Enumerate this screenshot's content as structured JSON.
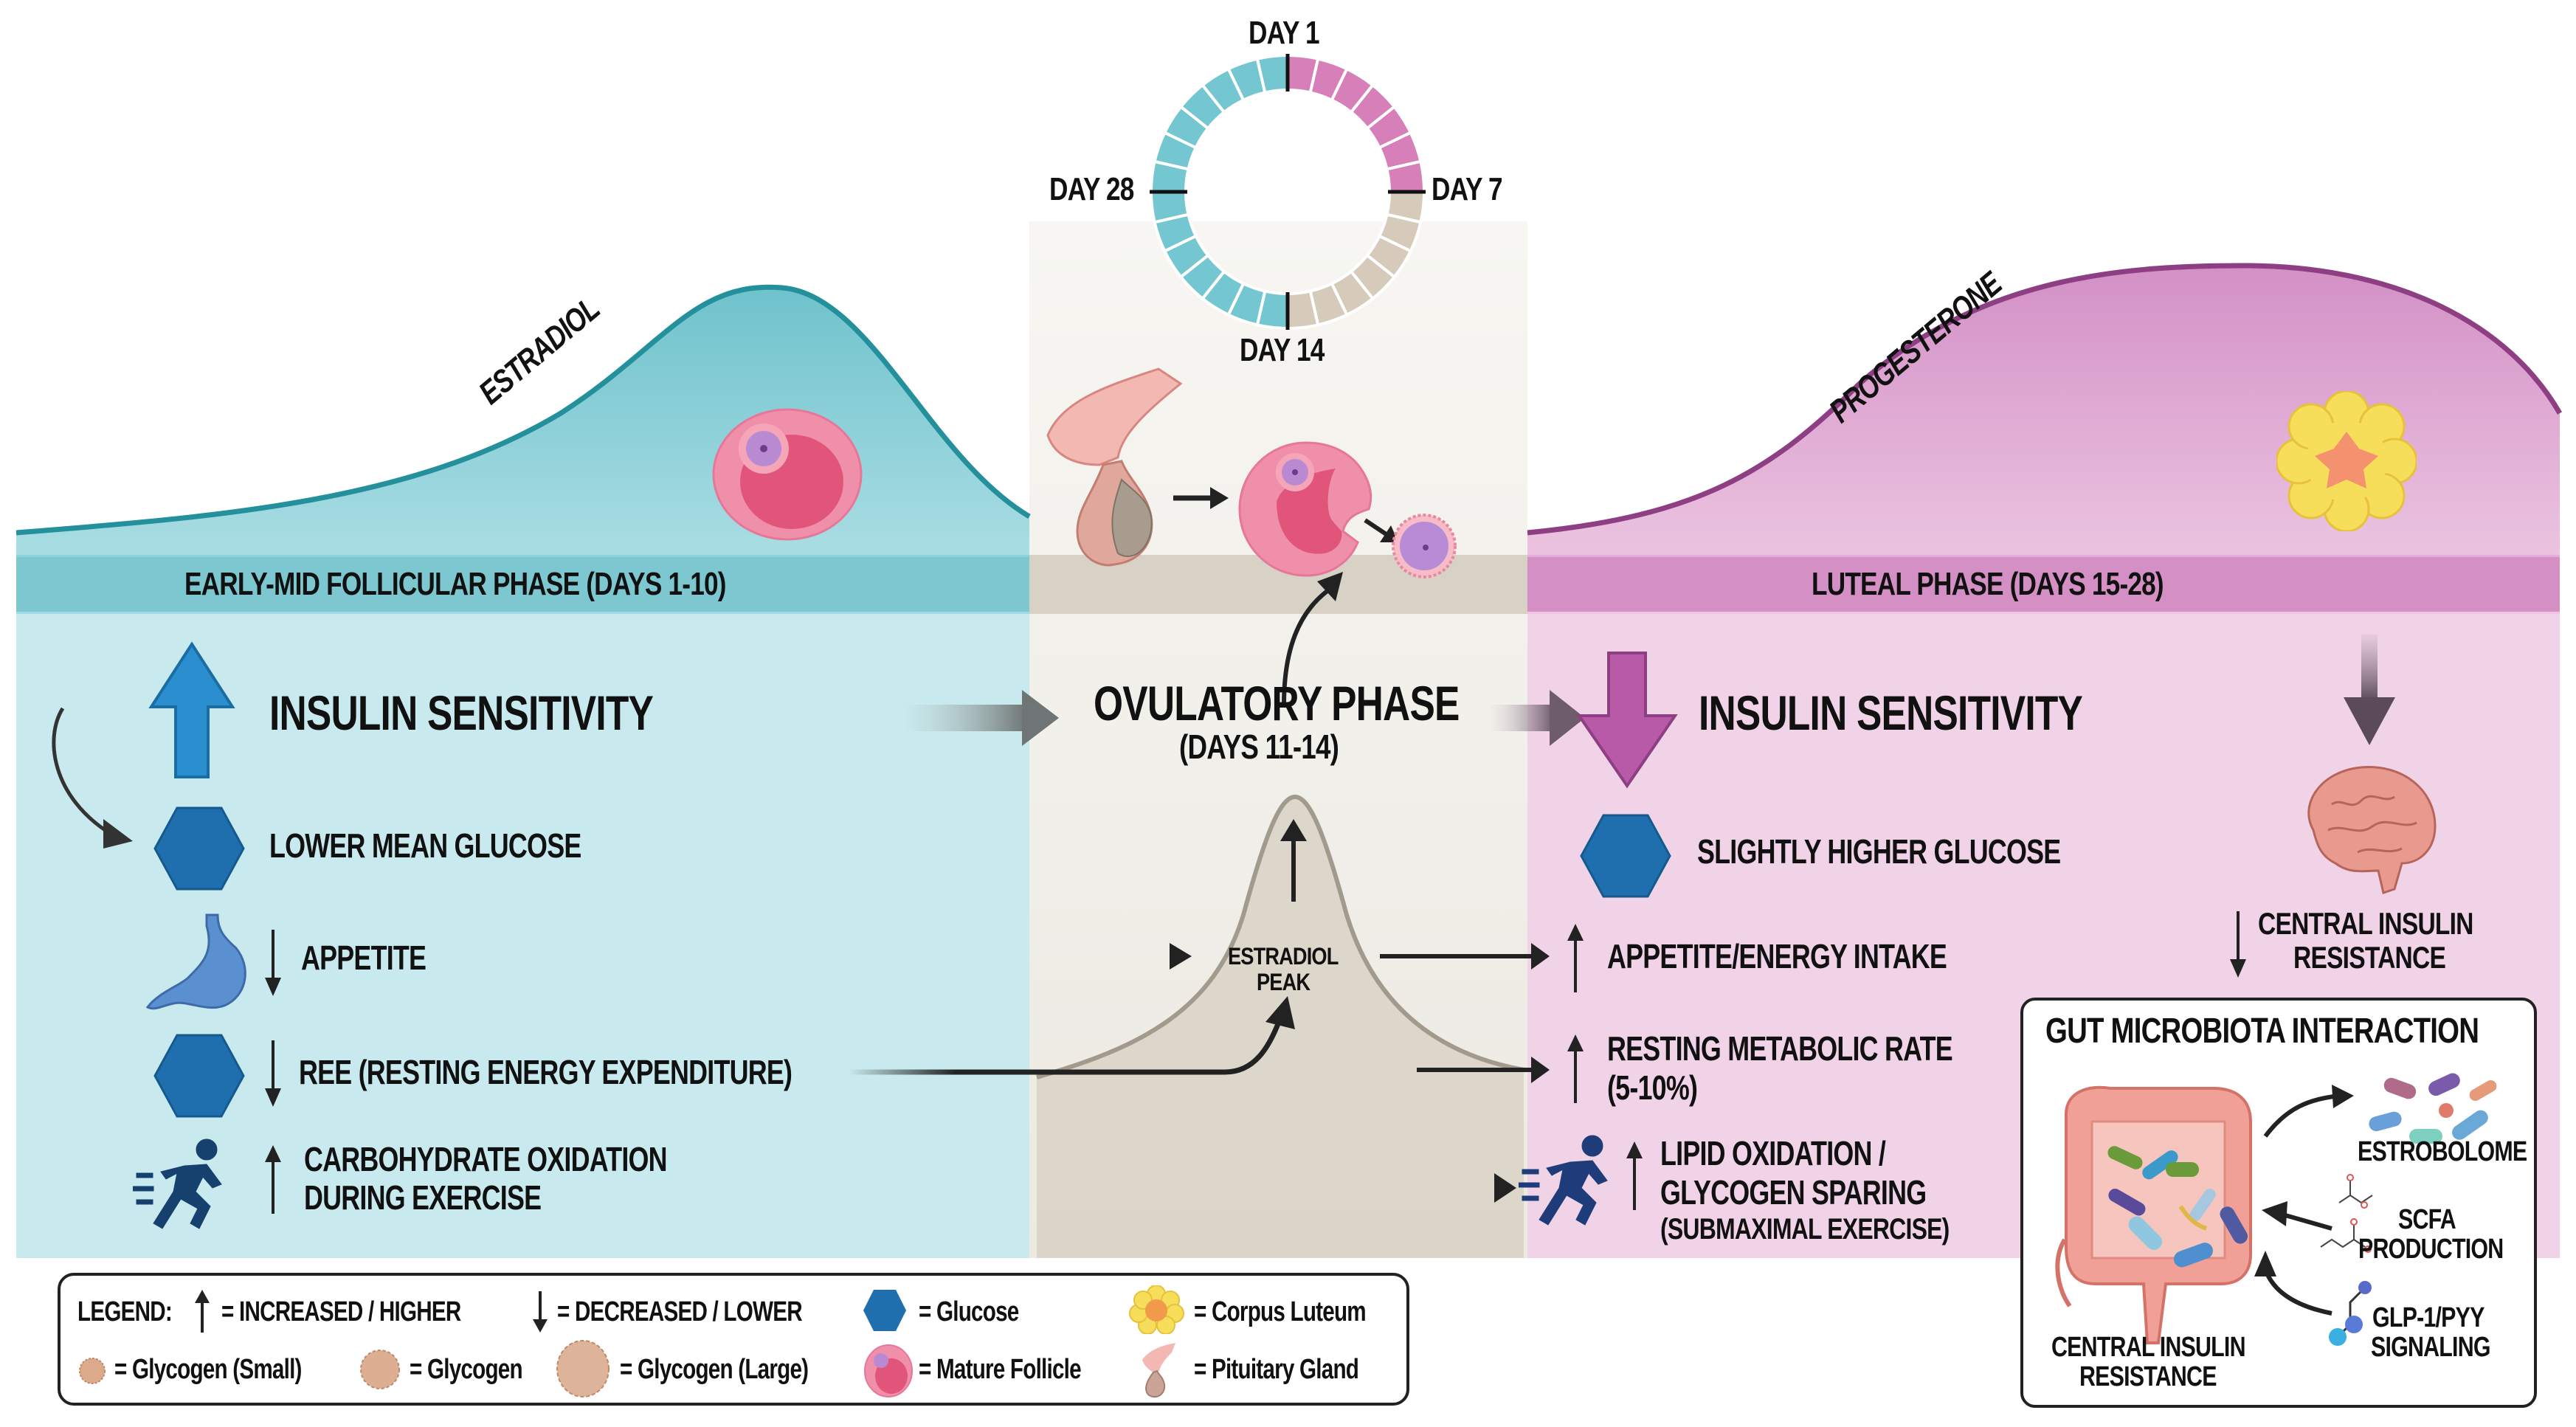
{
  "cycle_wheel": {
    "labels": {
      "top": "DAY 1",
      "right": "DAY 7",
      "bottom": "DAY 14",
      "left": "DAY 28"
    },
    "segments_total": 28,
    "segment_groups": [
      {
        "days": "1-7",
        "color": "#d67fb8"
      },
      {
        "days": "7-14",
        "color": "#d6cbbb"
      },
      {
        "days": "14-28",
        "color": "#74c6d0"
      }
    ]
  },
  "hormones": {
    "estradiol_label": "ESTRADIOL",
    "progesterone_label": "PROGESTERONE",
    "estradiol_peak_label_1": "ESTRADIOL",
    "estradiol_peak_label_2": "PEAK"
  },
  "phases": {
    "follicular": {
      "band_label": "EARLY-MID FOLLICULAR PHASE (DAYS 1-10)",
      "color": "#7cc7d0",
      "headline": "INSULIN SENSITIVITY",
      "headline_direction": "up",
      "items": [
        {
          "icon": "glucose-hexagon-icon",
          "direction": "",
          "text": "LOWER MEAN GLUCOSE"
        },
        {
          "icon": "stomach-icon",
          "direction": "down",
          "text": "APPETITE"
        },
        {
          "icon": "glucose-hexagon-icon",
          "direction": "down",
          "text": "REE (RESTING ENERGY EXPENDITURE)"
        },
        {
          "icon": "runner-icon",
          "direction": "up",
          "text_line1": "CARBOHYDRATE OXIDATION",
          "text_line2": "DURING EXERCISE"
        }
      ]
    },
    "ovulatory": {
      "title": "OVULATORY PHASE",
      "subtitle": "(DAYS 11-14)",
      "color": "#d8d2c6"
    },
    "luteal": {
      "band_label": "LUTEAL PHASE (DAYS 15-28)",
      "color": "#d48fc4",
      "headline": "INSULIN SENSITIVITY",
      "headline_direction": "down",
      "items": [
        {
          "icon": "glucose-hexagon-icon",
          "direction": "",
          "text": "SLIGHTLY HIGHER GLUCOSE"
        },
        {
          "icon": "",
          "direction": "up",
          "text": "APPETITE/ENERGY INTAKE"
        },
        {
          "icon": "",
          "direction": "up",
          "text_line1": "RESTING METABOLIC RATE",
          "text_line2": "(5-10%)"
        },
        {
          "icon": "runner-icon",
          "direction": "up",
          "text_line1": "LIPID OXIDATION /",
          "text_line2": "GLYCOGEN SPARING",
          "text_line3": "(SUBMAXIMAL EXERCISE)"
        }
      ],
      "brain": {
        "direction": "down",
        "text_line1": "CENTRAL INSULIN",
        "text_line2": "RESISTANCE"
      }
    }
  },
  "gut_box": {
    "title": "GUT MICROBIOTA INTERACTION",
    "estrobolome": "ESTROBOLOME",
    "scfa_line1": "SCFA",
    "scfa_line2": "PRODUCTION",
    "glp_line1": "GLP-1/PYY",
    "glp_line2": "SIGNALING",
    "central_line1": "CENTRAL INSULIN",
    "central_line2": "RESISTANCE"
  },
  "legend": {
    "title": "LEGEND:",
    "increased": "= INCREASED / HIGHER",
    "decreased": "= DECREASED / LOWER",
    "glucose": "= Glucose",
    "corpus_luteum": "= Corpus Luteum",
    "glycogen_small": "= Glycogen (Small)",
    "glycogen": "= Glycogen",
    "glycogen_large": "= Glycogen (Large)",
    "mature_follicle": "= Mature Follicle",
    "pituitary": "= Pituitary Gland"
  }
}
